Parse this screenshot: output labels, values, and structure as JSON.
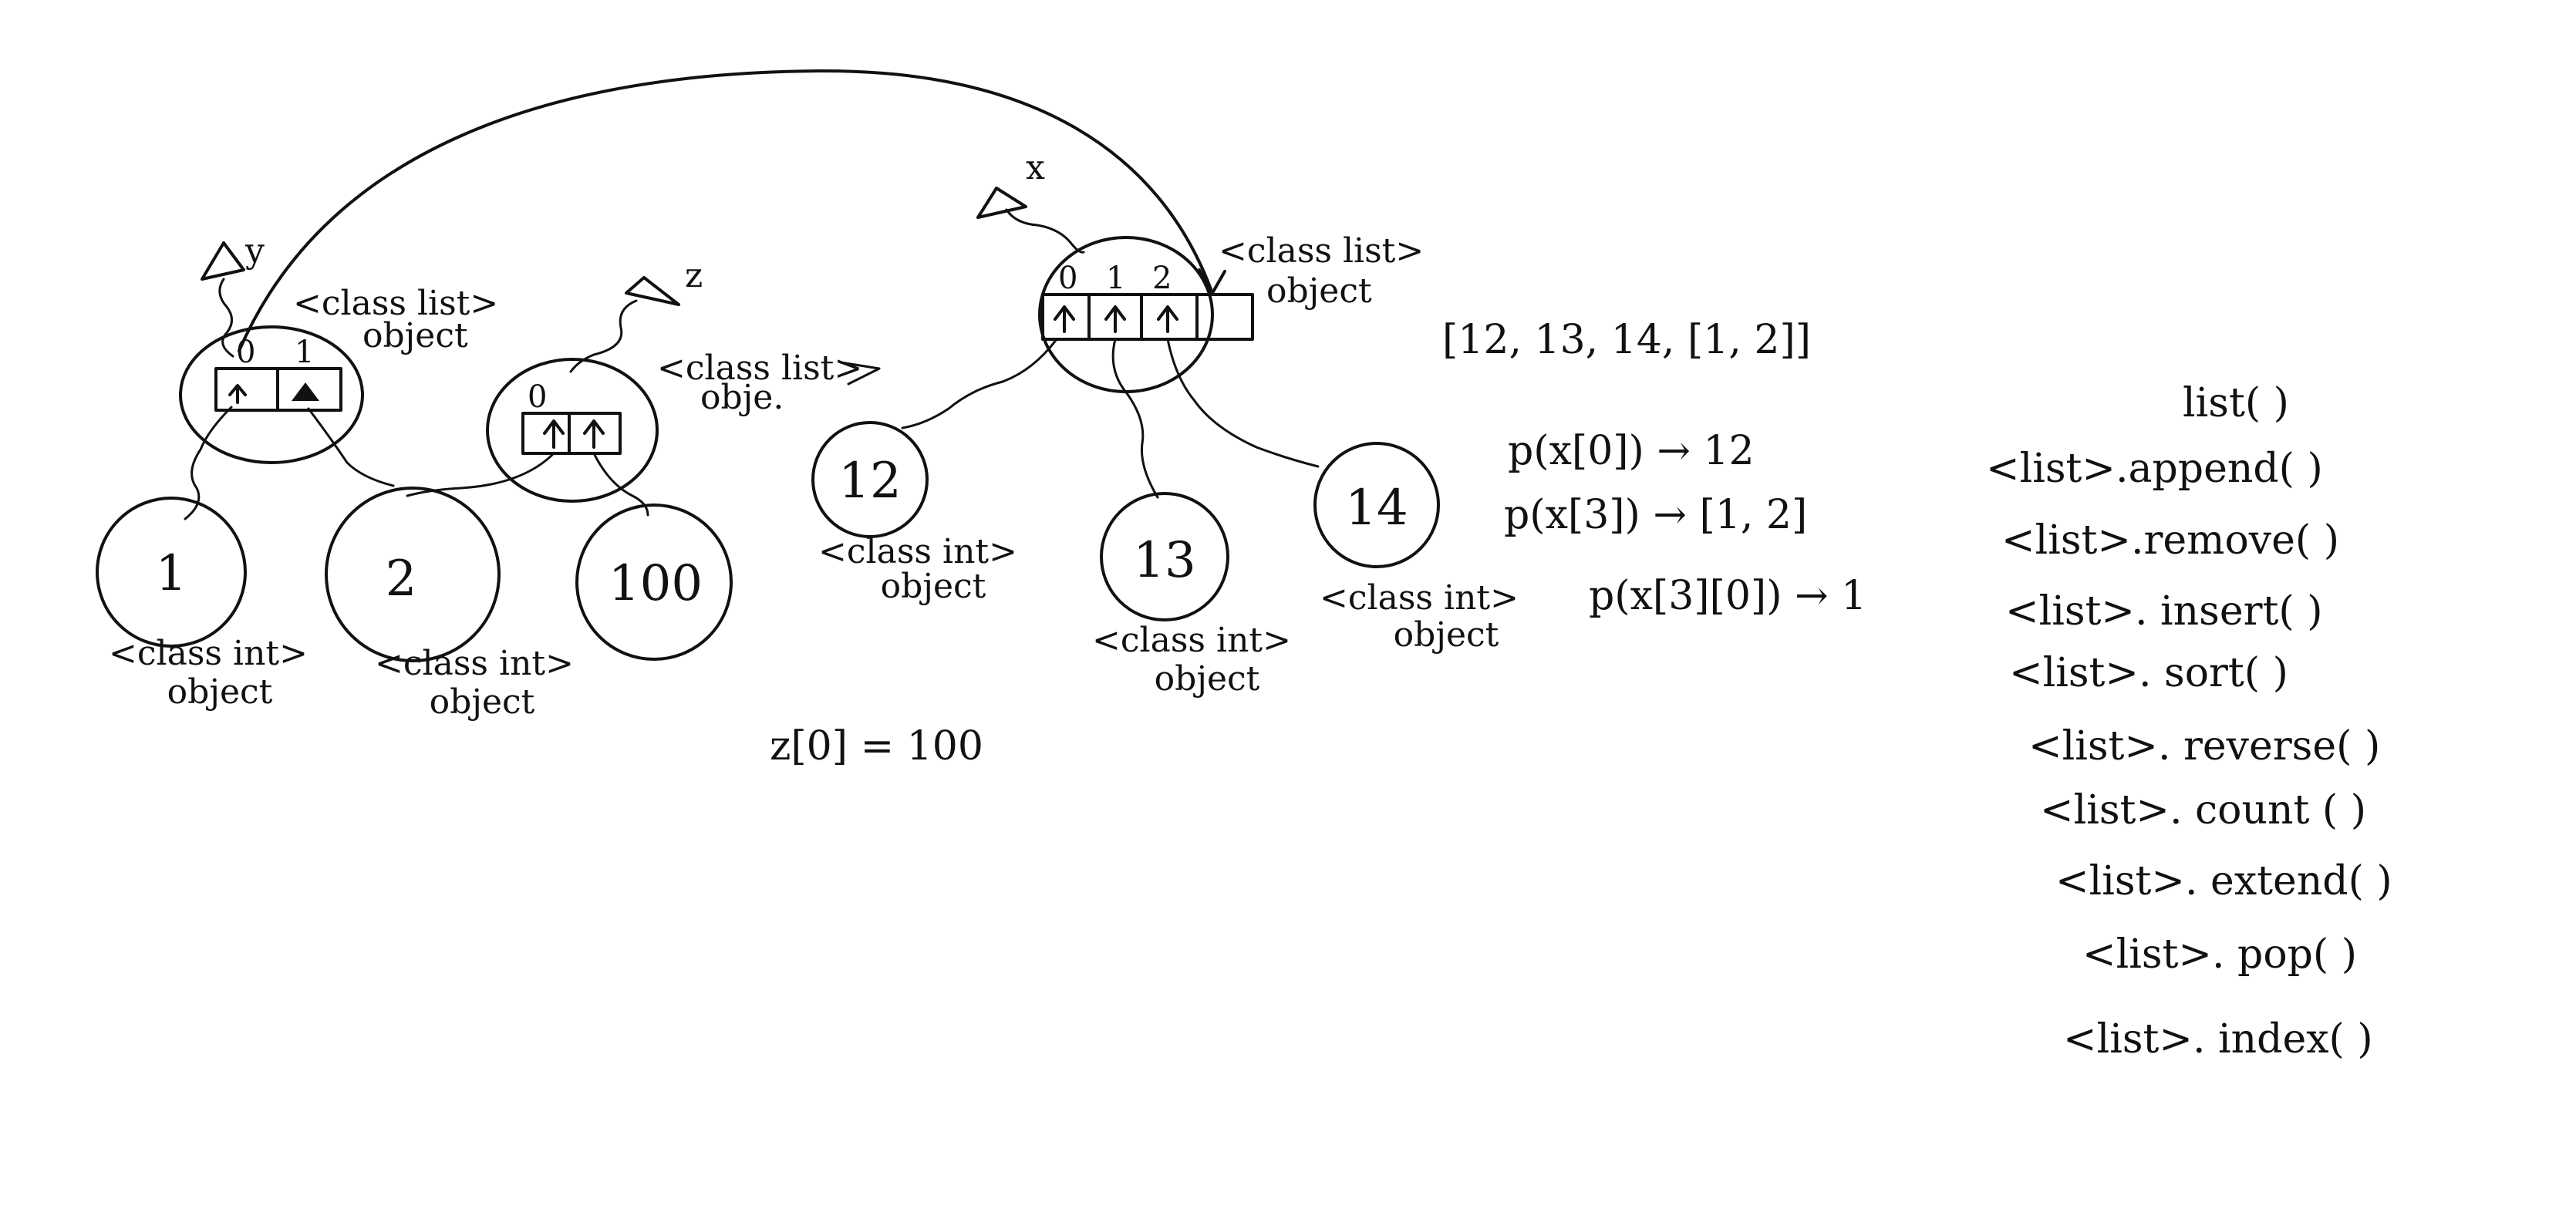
{
  "diagram": {
    "variables": {
      "y": "y",
      "z": "z",
      "x": "x"
    },
    "list_labels": {
      "y_list": [
        "<class list>",
        "object"
      ],
      "z_list": [
        "<class list>",
        "obje."
      ],
      "x_list": [
        "<class list>",
        "object"
      ]
    },
    "indices": {
      "y_list": [
        "0",
        "1"
      ],
      "z_list": [
        "0"
      ],
      "x_list": [
        "0",
        "1",
        "2"
      ]
    },
    "int_values": {
      "one": "1",
      "two": "2",
      "hundred": "100",
      "twelve": "12",
      "thirteen": "13",
      "fourteen": "14"
    },
    "int_labels": {
      "one": [
        "<class int>",
        "object"
      ],
      "two": [
        "<class int>",
        "object"
      ],
      "twelve": [
        "<class int>",
        "object"
      ],
      "thirteen": [
        "<class int>",
        "object"
      ],
      "fourteen": [
        "<class int>",
        "object"
      ]
    },
    "assignment": "z[0] = 100",
    "list_literal": "[12, 13, 14, [1, 2]]",
    "prints": [
      "p(x[0]) → 12",
      "p(x[3]) → [1, 2]",
      "p(x[3][0]) → 1"
    ]
  },
  "methods": {
    "constructor": "list( )",
    "items": [
      "<list>.append( )",
      "<list>.remove( )",
      "<list>. insert( )",
      "<list>. sort( )",
      "<list>. reverse( )",
      "<list>. count ( )",
      "<list>. extend( )",
      "<list>. pop( )",
      "<list>. index( )"
    ]
  }
}
